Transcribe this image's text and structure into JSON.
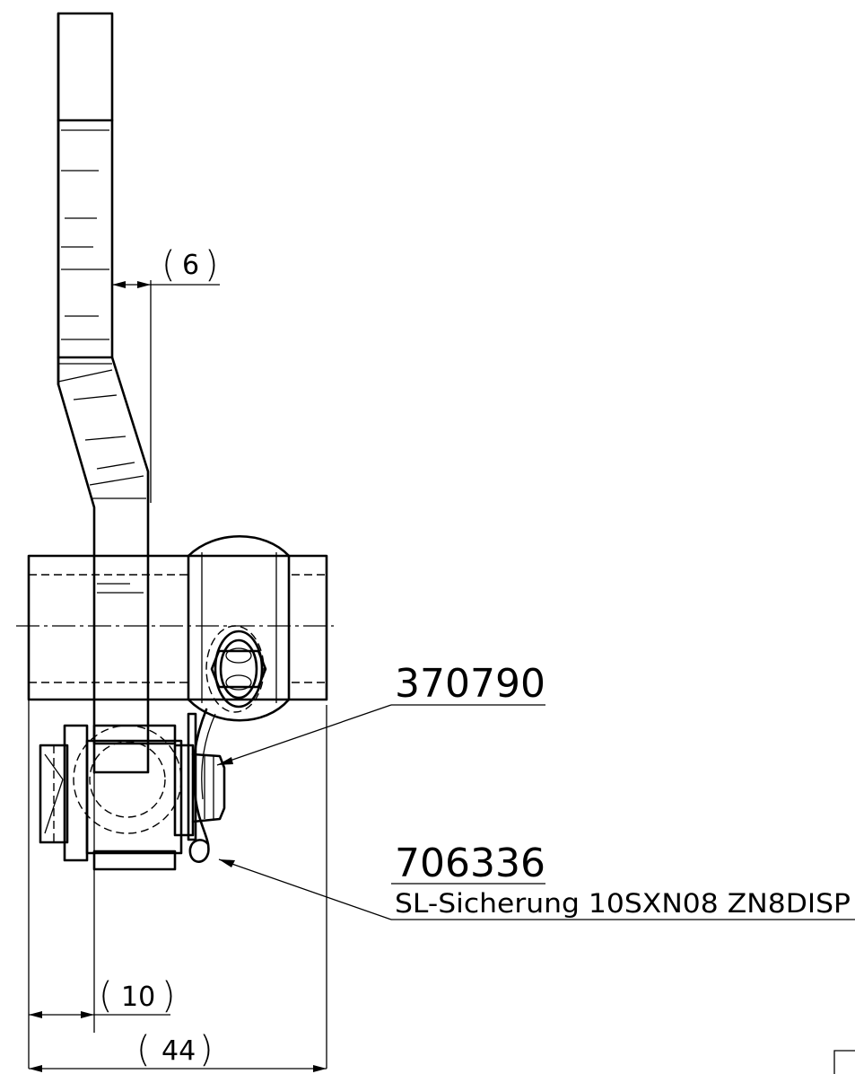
{
  "dimensions": {
    "dim_6": "6",
    "dim_10": "10",
    "dim_44": "44"
  },
  "callouts": {
    "part_a": {
      "number": "370790"
    },
    "part_b": {
      "number": "706336",
      "description": "SL-Sicherung 10SXN08 ZN8DISP"
    }
  }
}
